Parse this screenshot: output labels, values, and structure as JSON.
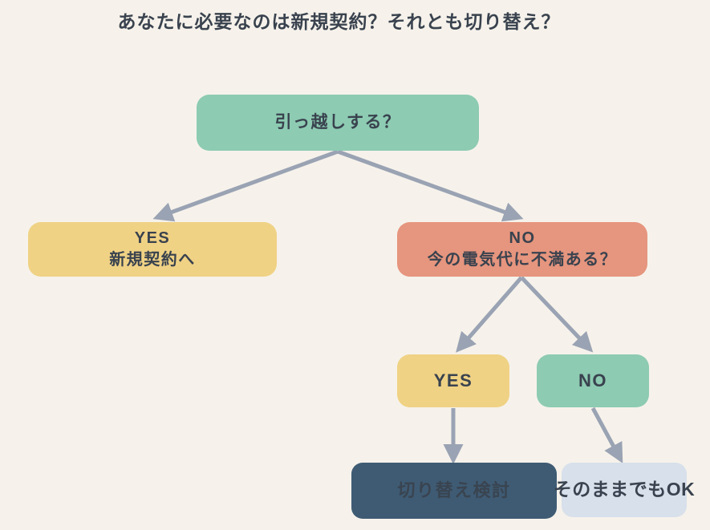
{
  "title": "あなたに必要なのは新規契約？それとも切り替え？",
  "colors": {
    "background": "#F6F2EB",
    "green": "#8DCBB2",
    "yellow": "#F0D285",
    "salmon": "#E6957E",
    "dark_blue": "#3F5B74",
    "light_blue": "#D7E0EB",
    "arrow": "#9AA3B3",
    "text_dark": "#39424E",
    "text_on_dark": "#394450"
  },
  "nodes": {
    "root": {
      "label": "引っ越しする？"
    },
    "yes_new": {
      "line1": "YES",
      "line2": "新規契約へ"
    },
    "no_dissatisfied": {
      "line1": "NO",
      "line2": "今の電気代に不満ある？"
    },
    "yes2": {
      "label": "YES"
    },
    "no2": {
      "label": "NO"
    },
    "switch": {
      "label": "切り替え検討"
    },
    "stay": {
      "label": "そのままでもOK"
    }
  }
}
